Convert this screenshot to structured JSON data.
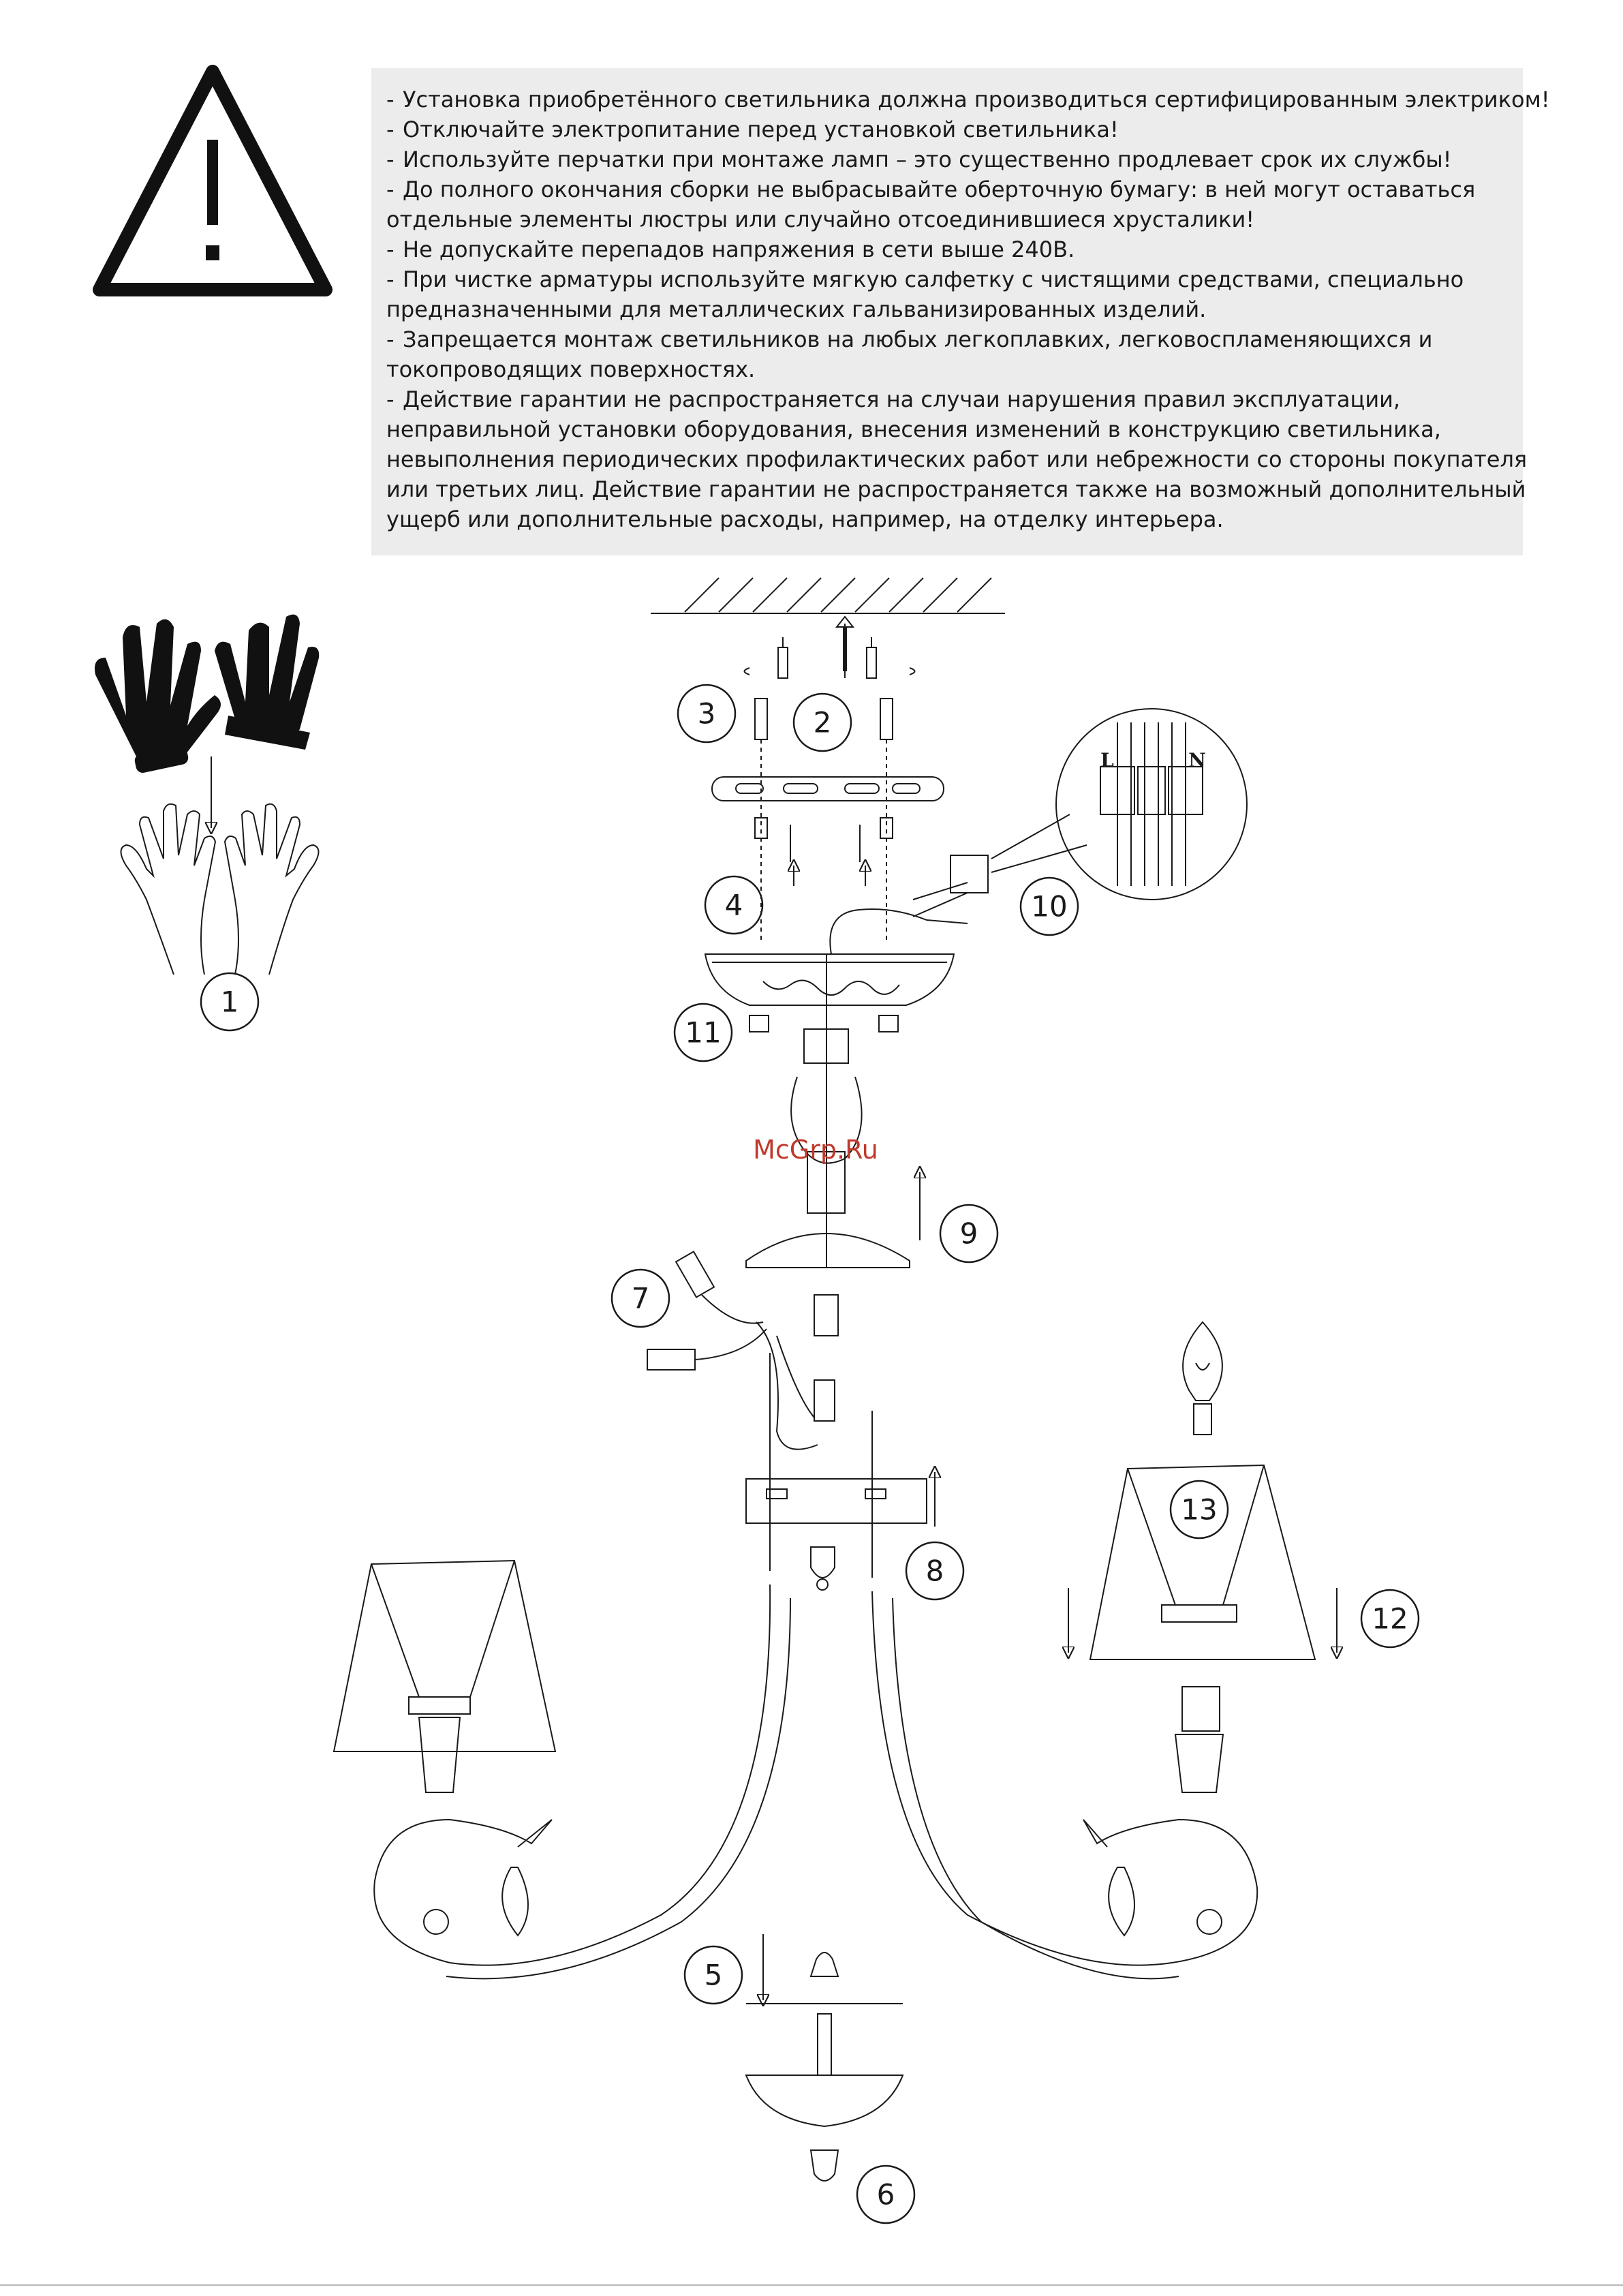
{
  "warnings": [
    [
      "Установка приобретённого светильника должна производиться сертифицированным электриком!"
    ],
    [
      "Отключайте электропитание перед установкой светильника!"
    ],
    [
      "Используйте перчатки при монтаже ламп – это существенно продлевает срок их службы!"
    ],
    [
      "До полного окончания сборки не выбрасывайте оберточную бумагу: в ней могут оставаться",
      "отдельные элементы люстры или случайно отсоединившиеся хрусталики!"
    ],
    [
      "Не допускайте перепадов напряжения в сети выше 240В."
    ],
    [
      "При чистке арматуры используйте мягкую салфетку с чистящими средствами, специально",
      "предназначенными для металлических гальванизированных изделий."
    ],
    [
      "Запрещается монтаж светильников на любых легкоплавких, легковоспламеняющихся и",
      "токопроводящих поверхностях."
    ],
    [
      "Действие гарантии не распространяется на случаи нарушения правил эксплуатации,",
      "неправильной установки оборудования, внесения изменений в конструкцию светильника,",
      "невыполнения периодических профилактических работ или небрежности со стороны покупателя",
      "или третьих лиц. Действие гарантии не распространяется также на возможный дополнительный",
      "ущерб или дополнительные расходы, например, на отделку интерьера."
    ]
  ],
  "warning_icon": "exclamation-triangle-icon",
  "gloves_icon": "gloves-icon",
  "hands_icon": "hands-icon",
  "step_labels": {
    "s1": "1",
    "s2": "2",
    "s3": "3",
    "s4": "4",
    "s5": "5",
    "s6": "6",
    "s7": "7",
    "s8": "8",
    "s9": "9",
    "s10": "10",
    "s11": "11",
    "s12": "12",
    "s13": "13"
  },
  "terminal_labels": {
    "live": "L",
    "neutral": "N"
  },
  "watermark": "McGrp.Ru",
  "colors": {
    "line": "#1a1a1a",
    "box": "#ececec",
    "watermark": "#c0392b"
  }
}
